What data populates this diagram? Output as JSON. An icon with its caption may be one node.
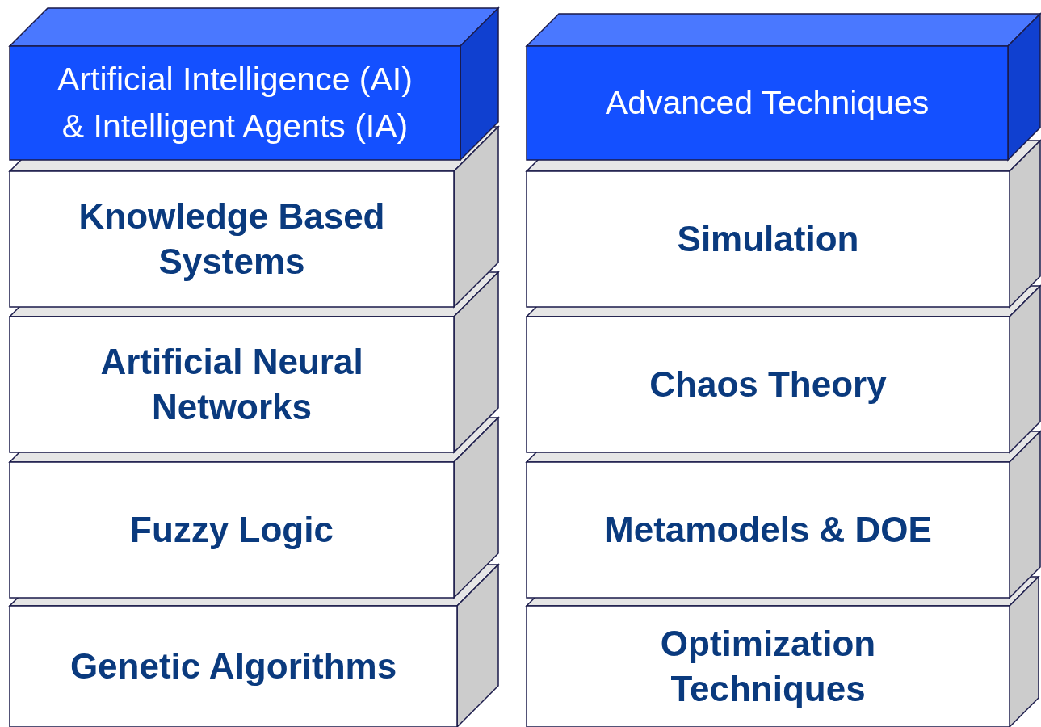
{
  "diagram": {
    "nodes": [
      {
        "text": [
          "Artificial Intelligence (AI) & Intelligent Agents (IA)"
        ]
      },
      {
        "text": [
          "Knowledge Based Systems"
        ]
      },
      {
        "text": [
          "Artificial Neural Networks"
        ]
      },
      {
        "text": [
          "Fuzzy Logic"
        ]
      },
      {
        "text": [
          "Genetic Algorithms"
        ]
      },
      {
        "text": [
          "Advanced Techniques"
        ]
      },
      {
        "text": [
          "Simulation"
        ]
      },
      {
        "text": [
          "Chaos Theory"
        ]
      },
      {
        "text": [
          "Metamodels & DOE"
        ]
      },
      {
        "text": [
          "Optimization Techniques"
        ]
      }
    ]
  }
}
